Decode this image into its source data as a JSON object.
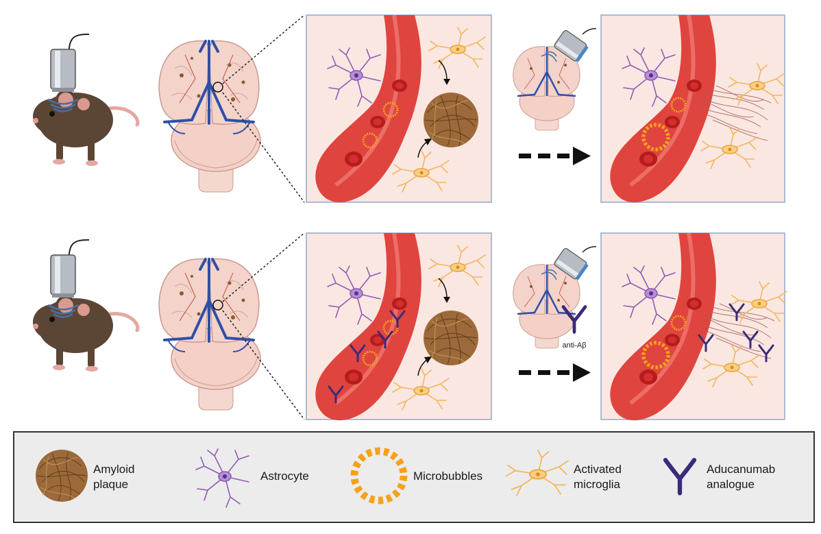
{
  "rows": [
    {
      "id": "fus-alone",
      "antibody_label": ""
    },
    {
      "id": "fus-antibody",
      "antibody_label": "anti-Aβ"
    }
  ],
  "legend": {
    "items": [
      {
        "id": "amyloid-plaque",
        "line1": "Amyloid",
        "line2": "plaque"
      },
      {
        "id": "astrocyte",
        "line1": "Astrocyte",
        "line2": ""
      },
      {
        "id": "microbubbles",
        "line1": "Microbubbles",
        "line2": ""
      },
      {
        "id": "activated-microglia",
        "line1": "Activated",
        "line2": "microglia"
      },
      {
        "id": "aducanumab",
        "line1": "Aducanumab",
        "line2": "analogue"
      }
    ]
  },
  "colors": {
    "panel_background": "#fbe7e1",
    "panel_border": "#8fa9cf",
    "vessel": "#e0443f",
    "vessel_light": "#f27a6e",
    "astrocyte": "#8e5bb5",
    "microglia": "#f1b75b",
    "microbubble": "#f5a21b",
    "plaque": "#8a5a2b",
    "antibody": "#3b2a7a",
    "brain_fill": "#f4cfc6",
    "brain_vessel": "#2f4fa8",
    "mouse": "#5b4636",
    "legend_background": "#ececec"
  }
}
